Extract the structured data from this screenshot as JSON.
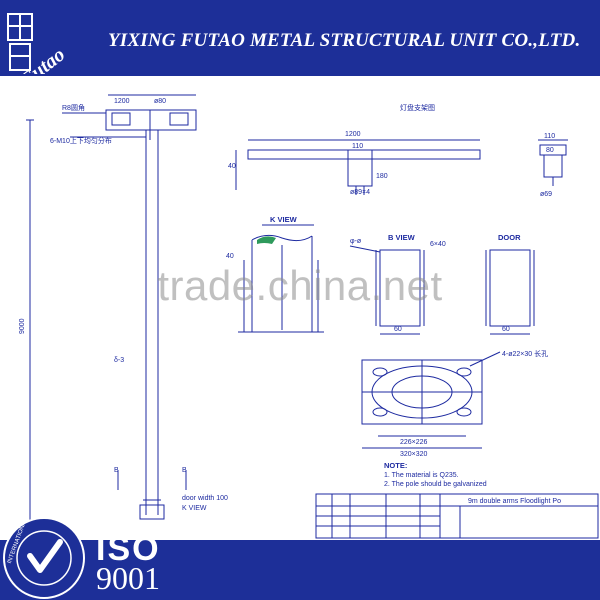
{
  "header": {
    "logo_text": "Futao",
    "company_name": "YIXING FUTAO METAL STRUCTURAL UNIT  CO.,LTD.",
    "colors": {
      "band": "#1d2f98",
      "text": "#ffffff"
    }
  },
  "drawing": {
    "top_dim": "1200",
    "top_dim2": "ø80",
    "note_r8": "R8圆角",
    "note_m10": "6-M10上下均匀分布",
    "height_dim": "9000",
    "label_s3": "δ-3",
    "door_width": "door width 100",
    "k_view_bottom": "K VIEW",
    "section_b_left": "B",
    "section_b_right": "B",
    "arm_title": "灯盘支架图",
    "arm_dim_1200": "1200",
    "arm_dim_110": "110",
    "arm_dim_180": "180",
    "arm_dim_40": "40",
    "arm_pipe": "ø89×4",
    "detail_110": "110",
    "detail_80": "80",
    "detail_69": "ø69",
    "k_view_title": "K VIEW",
    "k_view_dim": "40",
    "b_view_title": "B VIEW",
    "b_view_note1": "φ-ø",
    "b_view_note2": "6×40",
    "b_view_dim": "60",
    "door_title": "DOOR",
    "door_dim": "60",
    "base_note": "4-ø22×30 长孔",
    "base_dim_inner": "226×226",
    "base_dim_outer": "320×320",
    "note_title": "NOTE:",
    "note_1": "1.  The material is Q235.",
    "note_2": "2.  The pole should be galvanized",
    "title_block": "9m double arms Floodlight Po"
  },
  "watermark": "trade.china.net",
  "footer": {
    "iso_label": "ISO",
    "iso_number": "9001",
    "seal_text": "INTERNATIONAL CERTIFICATIONS"
  }
}
